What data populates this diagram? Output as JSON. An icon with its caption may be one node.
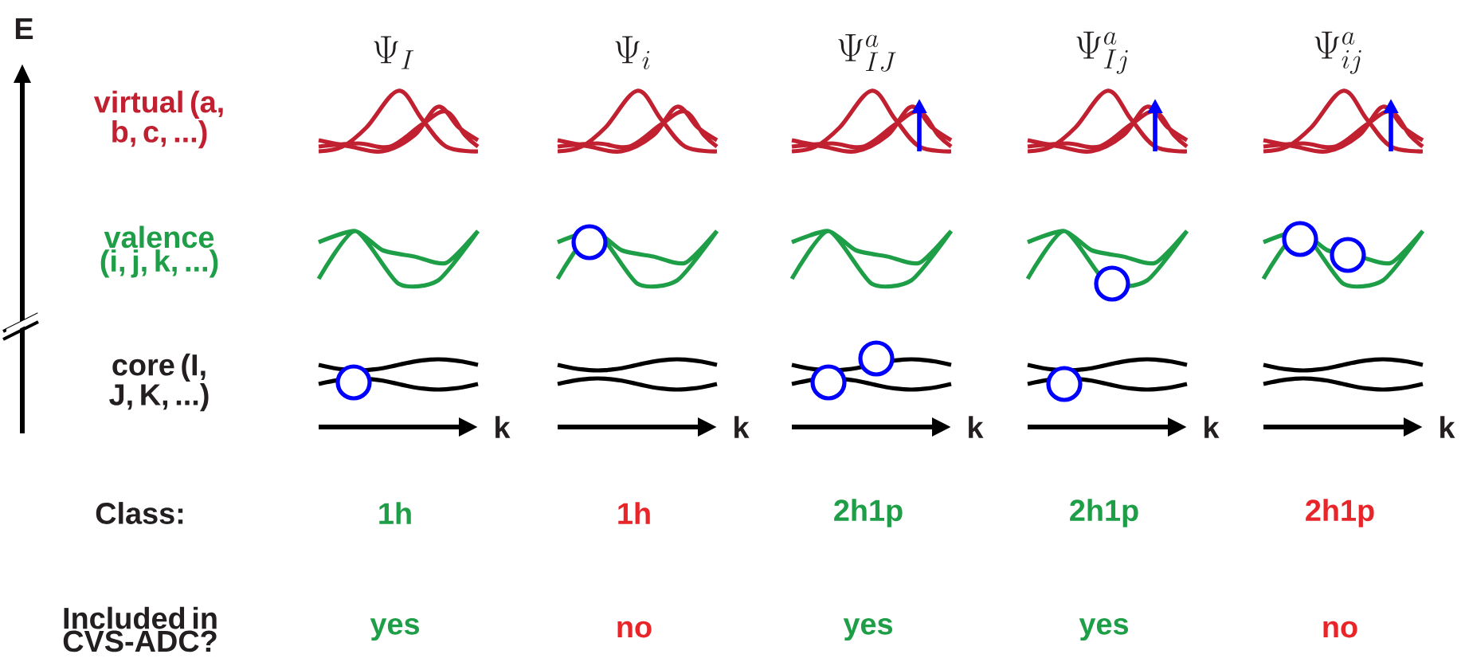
{
  "diagram": {
    "labels": [
      "E",
      "\\Psi_{I}",
      "\\Psi_{i}",
      "\\Psi^{a}_{IJ}",
      "\\Psi^{a}_{Ij}",
      "\\Psi^{a}_{ij}",
      "virtual (a, b, c, ...)",
      "valence (i, j, k, ...)",
      "core (I, J, K, ...)",
      "k",
      "k",
      "k",
      "k",
      "k",
      "Class:",
      "1h",
      "1h",
      "2h1p",
      "2h1p",
      "2h1p",
      "Included in CVS-ADC?",
      "yes",
      "no",
      "yes",
      "yes",
      "no"
    ]
  }
}
